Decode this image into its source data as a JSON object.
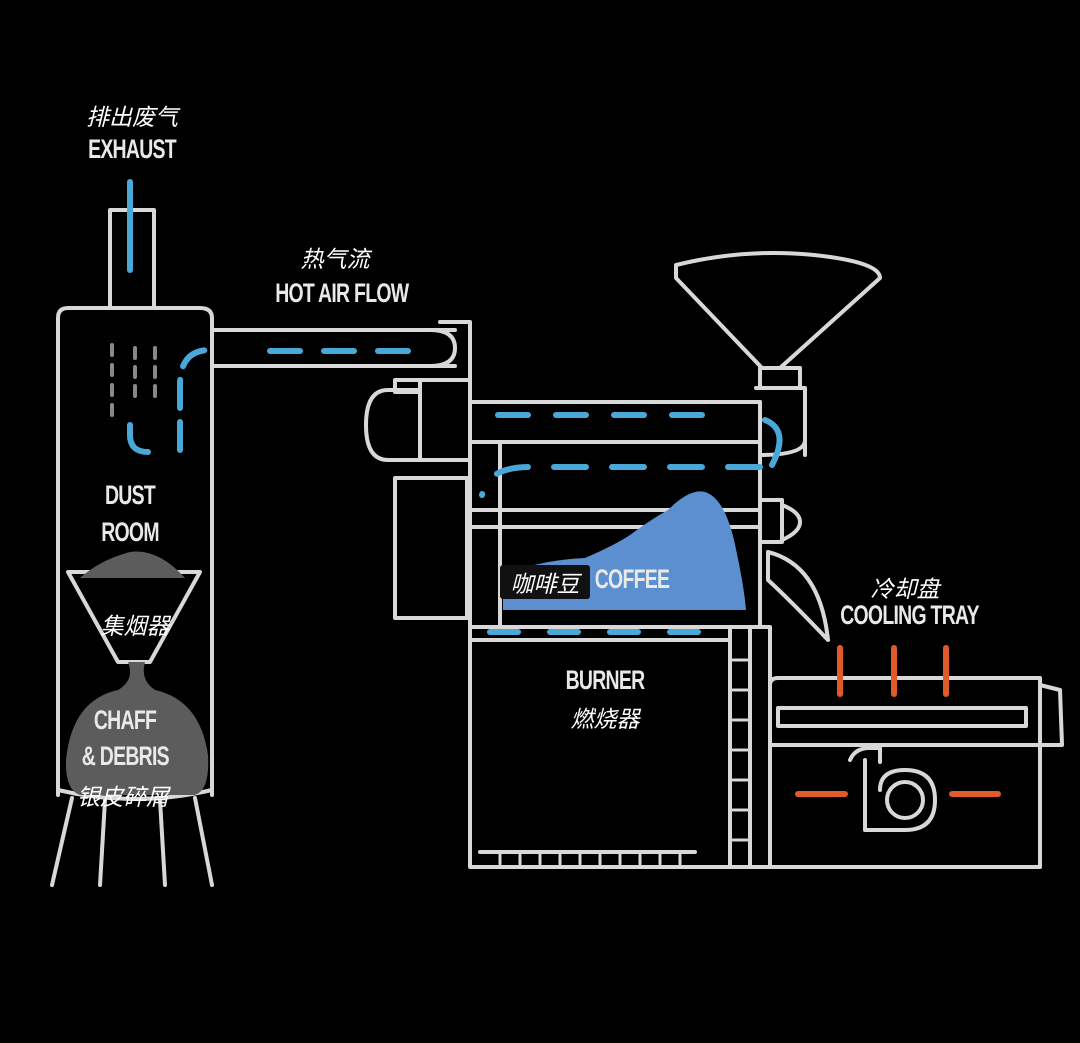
{
  "labels": {
    "exhaust": {
      "zh": "排出废气",
      "en": "EXHAUST"
    },
    "hot_air_flow": {
      "zh": "热气流",
      "en": "HOT AIR FLOW"
    },
    "dust_room": {
      "en_line1": "DUST",
      "en_line2": "ROOM",
      "zh": "集烟器"
    },
    "chaff": {
      "en_line1": "CHAFF",
      "en_line2": "& DEBRIS",
      "zh": "银皮碎屑"
    },
    "coffee": {
      "zh": "咖啡豆",
      "en": "COFFEE"
    },
    "burner": {
      "en": "BURNER",
      "zh": "燃烧器"
    },
    "cooling_tray": {
      "zh": "冷却盘",
      "en": "COOLING TRAY"
    }
  },
  "colors": {
    "background": "#000000",
    "outline": "#d8d8d8",
    "air_flow": "#4aa8d8",
    "coffee_beans": "#5b8fd0",
    "cooling_heat": "#e05a2a",
    "chaff": "#5c5c5c"
  }
}
